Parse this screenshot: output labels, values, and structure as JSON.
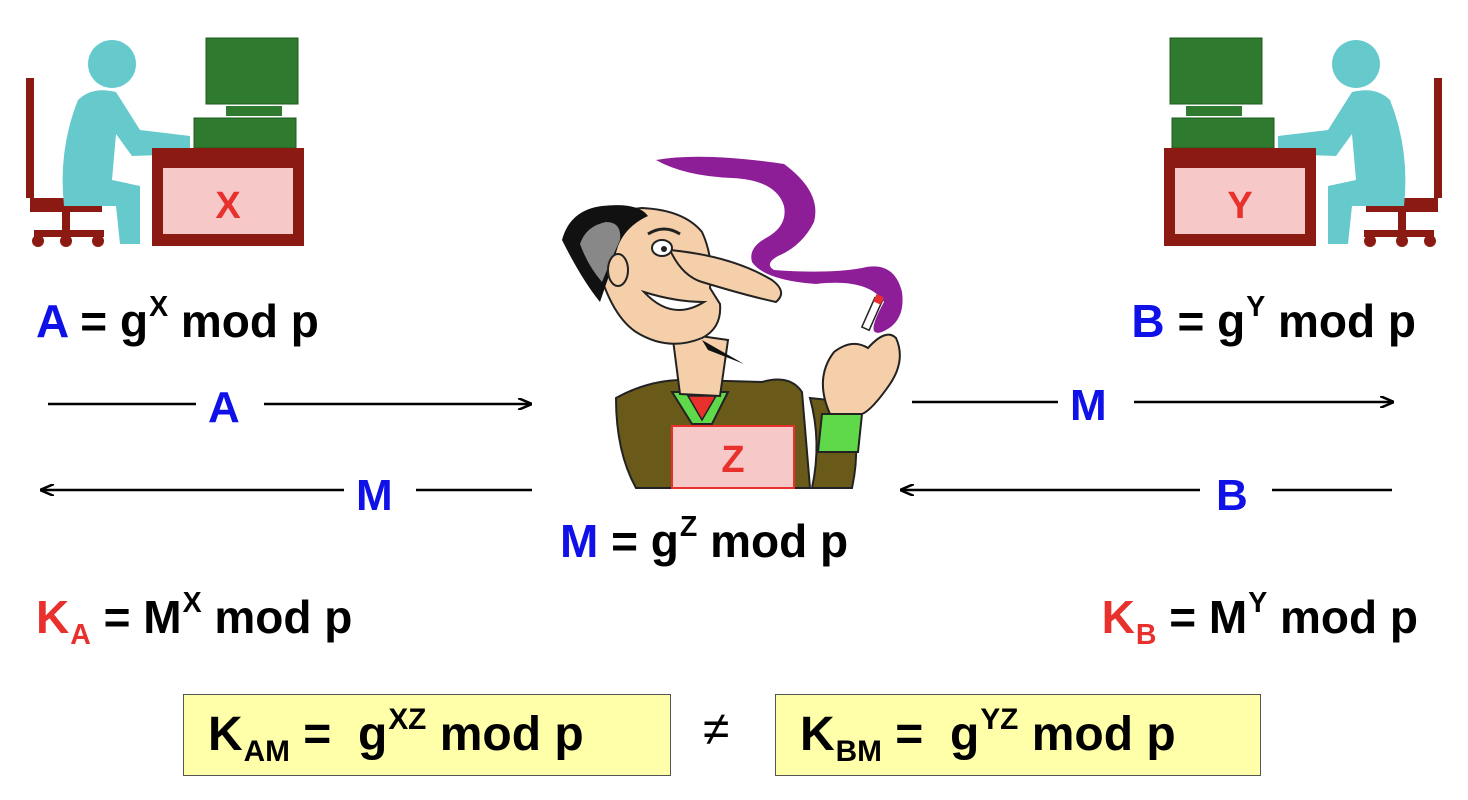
{
  "user_left": {
    "label": "X"
  },
  "user_right": {
    "label": "Y"
  },
  "attacker": {
    "label": "Z"
  },
  "left_equation": {
    "var": "A",
    "eq": "=",
    "base": "g",
    "exp": "X",
    "rest": "mod p"
  },
  "right_equation": {
    "var": "B",
    "eq": "=",
    "base": "g",
    "exp": "Y",
    "rest": "mod p"
  },
  "center_equation": {
    "var": "M",
    "eq": "=",
    "base": "g",
    "exp": "Z",
    "rest": "mod p"
  },
  "messages": {
    "left_to_center": "A",
    "center_to_left": "M",
    "center_to_right": "M",
    "right_to_center": "B"
  },
  "left_key": {
    "var": "K",
    "sub": "A",
    "eq": "=",
    "base": "M",
    "exp": "X",
    "rest": "mod p"
  },
  "right_key": {
    "var": "K",
    "sub": "B",
    "eq": "=",
    "base": "M",
    "exp": "Y",
    "rest": "mod p"
  },
  "result": {
    "left": {
      "var": "K",
      "sub": "AM",
      "eq": "=",
      "base": "g",
      "exp": "XZ",
      "rest": "mod p"
    },
    "not_equal": "≠",
    "right": {
      "var": "K",
      "sub": "BM",
      "eq": "=",
      "base": "g",
      "exp": "YZ",
      "rest": "mod p"
    }
  },
  "colors": {
    "blue": "#1010e8",
    "red": "#e8302c",
    "person": "#66c9cc",
    "monitor": "#2e7a2e",
    "desk": "#8b1a12",
    "label_box": "#f6c8c8",
    "smoke": "#8e1d98",
    "highlight": "#ffffaa"
  }
}
